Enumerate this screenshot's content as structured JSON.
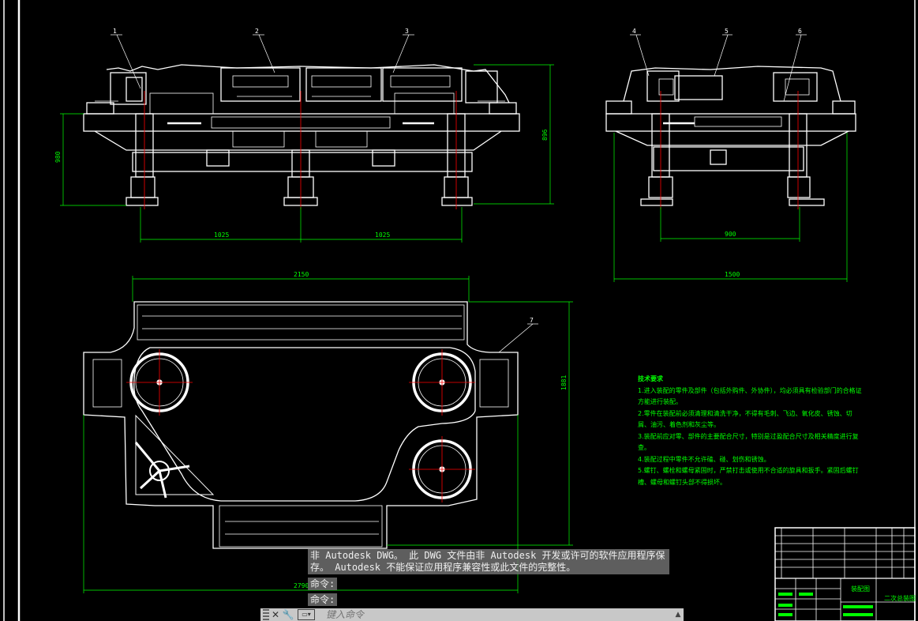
{
  "drawing": {
    "views": {
      "front": {
        "balloons": [
          "1",
          "2",
          "3"
        ],
        "dims": {
          "height_left": "980",
          "height_right": "896",
          "span_left": "1025",
          "span_right": "1025"
        }
      },
      "side": {
        "balloons": [
          "4",
          "5",
          "6"
        ],
        "dims": {
          "span_inner": "900",
          "span_outer": "1500"
        }
      },
      "top": {
        "balloons": [
          "7"
        ],
        "dims": {
          "width_top": "2150",
          "width_bottom": "2790",
          "height_right": "1881"
        }
      }
    },
    "tech_requirements": {
      "title": "技术要求",
      "items": [
        "1.进入装配的零件及部件（包括外购件、外协件），均必须具有检验部门的合格证方能进行装配。",
        "2.零件在装配前必须清理和清洗干净，不得有毛刺、飞边、氧化皮、锈蚀、切屑、油污、着色剂和灰尘等。",
        "3.装配前应对零、部件的主要配合尺寸，特别是过盈配合尺寸及相关精度进行复查。",
        "4.装配过程中零件不允许磕、碰、划伤和锈蚀。",
        "5.螺钉、螺栓和螺母紧固时，严禁打击或使用不合适的旋具和扳手。紧固后螺钉槽、螺母和螺钉头部不得损坏。"
      ]
    },
    "title_block": {
      "name": "装配图",
      "drawing_no": "二次总装图"
    }
  },
  "console": {
    "warning": "非 Autodesk DWG。  此 DWG 文件由非 Autodesk 开发或许可的软件应用程序保存。  Autodesk 不能保证应用程序兼容性或此文件的完整性。",
    "history": [
      "命令:",
      "命令:"
    ],
    "input_placeholder": "键入命令"
  },
  "colors": {
    "background": "#000000",
    "geometry": "#ffffff",
    "dimension": "#00ff00",
    "centerline": "#ff0000"
  }
}
